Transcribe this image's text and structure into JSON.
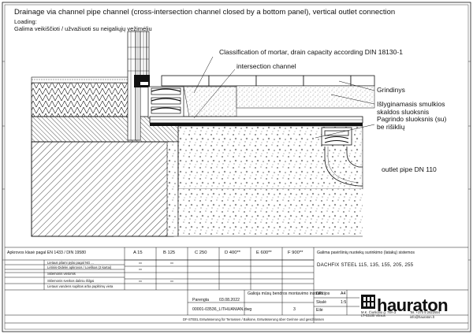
{
  "title": "Drainage via channel pipe channel (cross-intersection channel closed by a bottom panel), vertical outlet connection",
  "loading_label": "Loading:",
  "loading_note": "Galima veikiščioti / užvažiuoti su neigaliųjų vežimėliu",
  "labels": {
    "mortar": "Classification of mortar, drain capacity according DIN 18130-1",
    "intersection": "intersection channel",
    "grindinys": "Grindinys",
    "smulkios": "Išlyginamasis smulkios",
    "skaldos": "skaldos sluoksnis",
    "pagrindo": "Pagrindo sluoksnis (su)",
    "risikliu": "be rišiklių",
    "outlet": "outlet pipe DN 110"
  },
  "load_table": {
    "row_label": "Apkrovos klasė pagal EN 1433 / DIN 19580",
    "classes": [
      "A 15",
      "B 125",
      "C 250",
      "D 400**",
      "E 600**",
      "F 900**"
    ],
    "left_rows": [
      "Lietaus pilami pylai pagal NG ...",
      "Lėtinis-Didelei apkrovos / Loeškas (3 kartai)",
      "Sklemonis vietomis",
      "Sklemonis sveikos daliniu išilgai",
      "Lietaus vandens supiltas arba paplitimų vieta"
    ]
  },
  "product": {
    "name": "Galima paviršinių nuotekų surinkimo (latakų) sistemos",
    "models": "DACHFIX STEEL 115, 135, 155, 205, 255"
  },
  "title_block": {
    "date_label": "Parengta",
    "date": "03.08.2022",
    "file": "00001-03536_LITHUANIAN.dwg",
    "scale_label": "Skalė",
    "scale": "1:5",
    "size_label": "DIN",
    "size": "A4",
    "sheet_label": "Eilė",
    "sheet_no": "3",
    "remark": "Galioja mūsų bendros montavimo instrukcijos",
    "footer": "DF-STEEL Entwässerung für Terrassen / Balkone, Entwässerung über Gerinne und geschlossen"
  },
  "company": {
    "name": "hauraton",
    "address": "M.K. Čiurlionio g. 78A-3\nLT-03100 Vilnius",
    "phone": "Tel. +370 5 2622554",
    "email": "info@hauraton.lt"
  },
  "colors": {
    "line": "#111111",
    "gravel": "#dcdcdc"
  }
}
